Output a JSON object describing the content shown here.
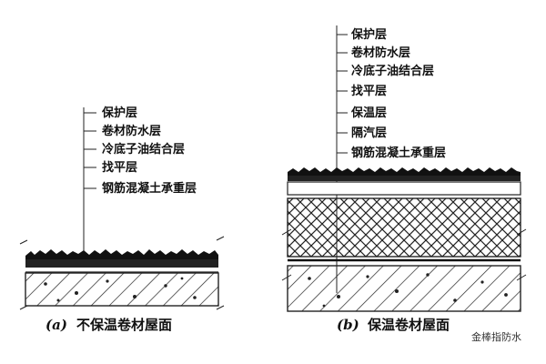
{
  "left_section": {
    "layer_labels": [
      "保护层",
      "卷材防水层",
      "冷底子油结合层",
      "找平层",
      "钢筋混凝土承重层"
    ],
    "caption_letter": "(a)",
    "caption_text": "不保温卷材屋面"
  },
  "right_section": {
    "layer_labels": [
      "保护层",
      "卷材防水层",
      "冷底子油结合层",
      "找平层",
      "保温层",
      "隔汽层",
      "钢筋混凝土承重层"
    ],
    "caption_letter": "(b)",
    "caption_text": "保温卷材屋面"
  },
  "watermark": "金棒指防水",
  "colors": {
    "ink": "#111111",
    "background": "#ffffff"
  }
}
